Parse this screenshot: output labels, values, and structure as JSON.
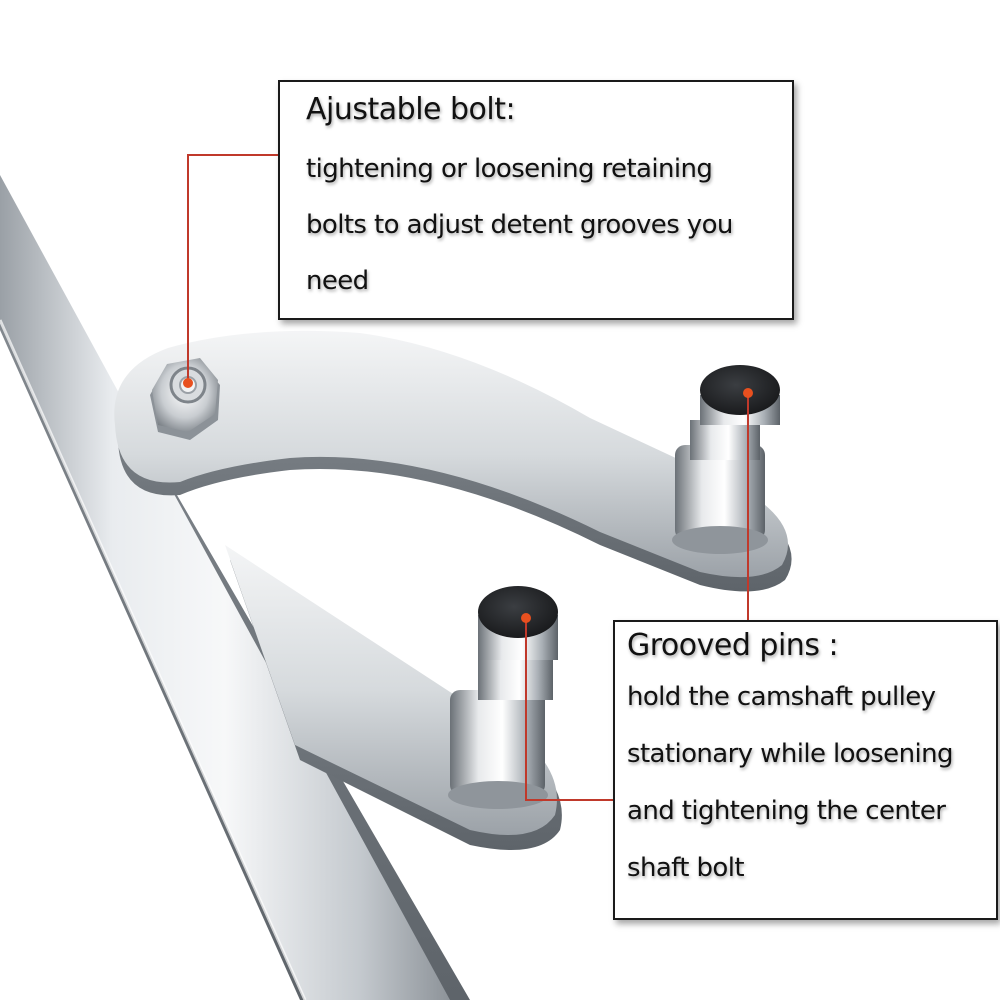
{
  "colors": {
    "background": "#ffffff",
    "leader_line": "#c0392b",
    "leader_dot": "#e8501f",
    "metal_light": "#eef0f2",
    "metal_mid": "#b9bec4",
    "metal_dark": "#6f757c",
    "pin_cap": "#2b2d30"
  },
  "callouts": {
    "bolt": {
      "title": "Ajustable bolt:",
      "lines": [
        "tightening or loosening retaining",
        "bolts to adjust detent grooves you",
        "need"
      ]
    },
    "pins": {
      "title": "Grooved pins :",
      "lines": [
        "hold the camshaft pulley",
        "stationary while loosening",
        "and tightening the center",
        "shaft bolt"
      ]
    }
  },
  "icons": {
    "bolt": "hex-nut-icon",
    "pin": "grooved-pin-icon",
    "marker": "red-dot-marker"
  }
}
